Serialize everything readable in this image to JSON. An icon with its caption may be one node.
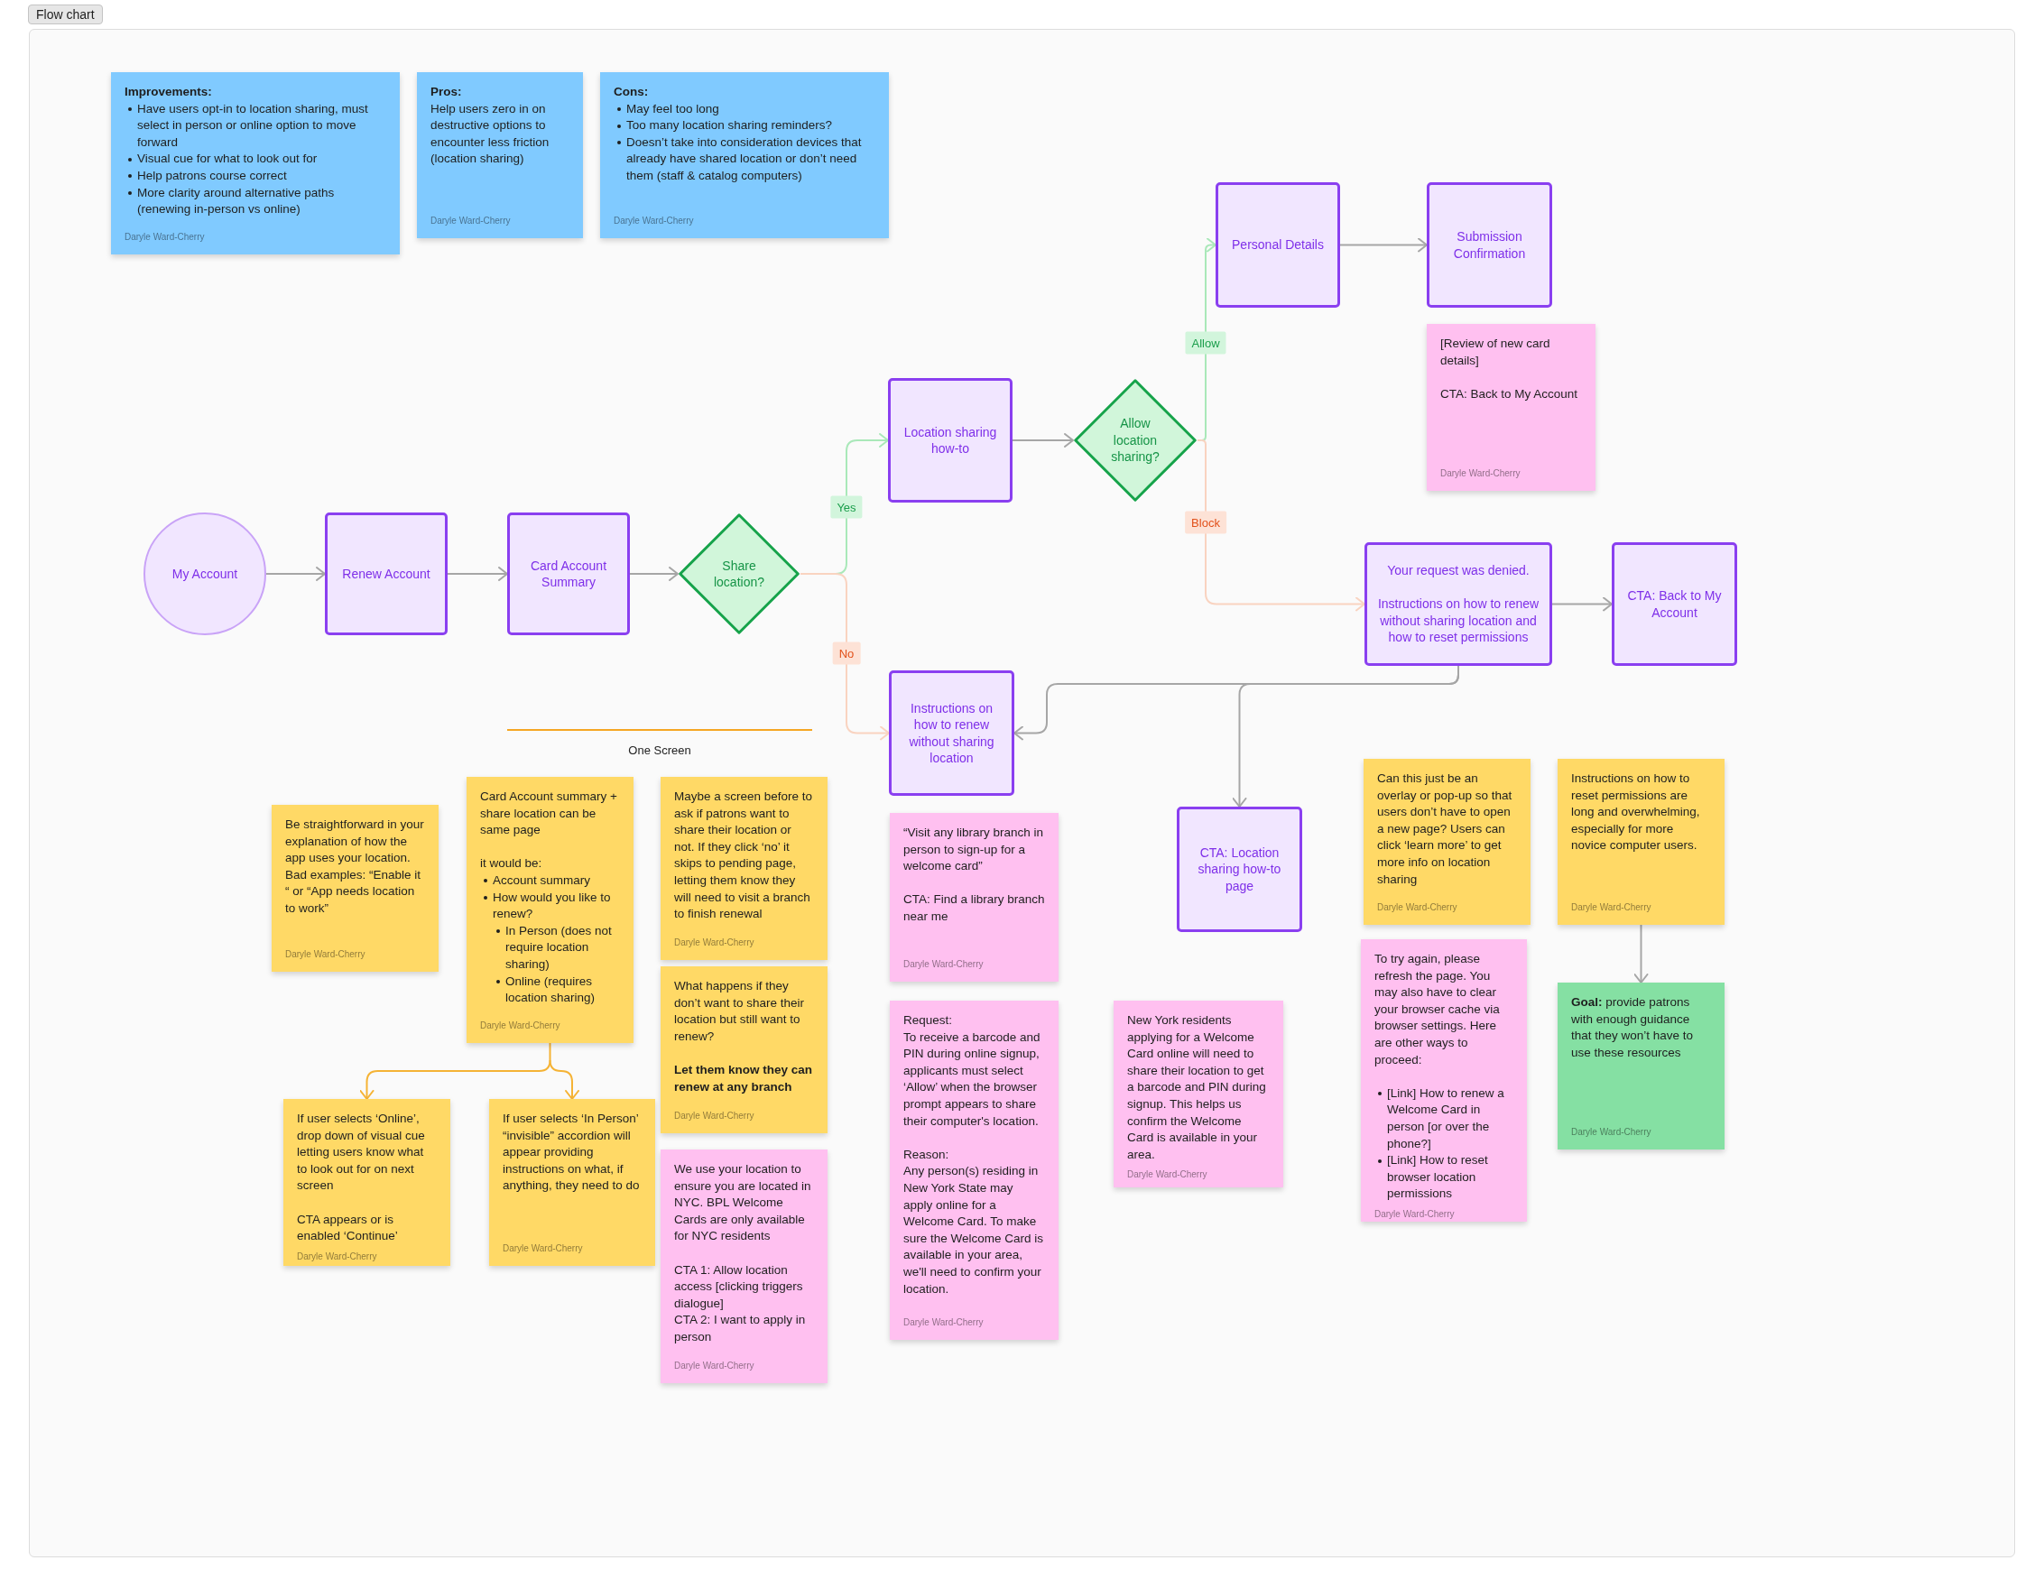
{
  "diagram": {
    "title": "Flow chart",
    "nodes": [
      {
        "text": [
          "Improvements:",
          "Have users opt-in to location sharing, must select in person or online option to move forward",
          "Visual cue for what to look out for",
          "Help patrons course correct",
          "More clarity around alternative paths (renewing in-person vs online)",
          "Daryle Ward-Cherry"
        ]
      },
      {
        "text": [
          "Pros:",
          "Help users zero in on destructive options to encounter less friction (location sharing)",
          "Daryle Ward-Cherry"
        ]
      },
      {
        "text": [
          "Cons:",
          "May feel too long",
          "Too many location sharing reminders?",
          "Doesn’t take into consideration devices that already have shared location or don’t need them (staff & catalog computers)",
          "Daryle Ward-Cherry"
        ]
      },
      {
        "text": [
          "Personal Details"
        ]
      },
      {
        "text": [
          "Submission Confirmation"
        ]
      },
      {
        "text": [
          "[Review of new card details]",
          "CTA: Back to My Account",
          "Daryle Ward-Cherry"
        ]
      },
      {
        "text": [
          "Location sharing how-to"
        ]
      },
      {
        "text": [
          "Allow location sharing?"
        ]
      },
      {
        "text": [
          "My Account"
        ]
      },
      {
        "text": [
          "Renew Account"
        ]
      },
      {
        "text": [
          "Card Account Summary"
        ]
      },
      {
        "text": [
          "Share location?"
        ]
      },
      {
        "text": [
          "Your request was denied.",
          "Instructions on how to renew without sharing location and how to reset permissions"
        ]
      },
      {
        "text": [
          "CTA: Back to My Account"
        ]
      },
      {
        "text": [
          "Instructions on how to renew without sharing location"
        ]
      },
      {
        "text": [
          "CTA: Location sharing how-to page"
        ]
      },
      {
        "text": [
          "Be straightforward in your explanation of how the app uses your location. Bad examples: “Enable it “ or “App needs location to work”",
          "Daryle Ward-Cherry"
        ]
      },
      {
        "text": [
          "Card Account summary + share location can be same page",
          "it would be:",
          "Account summary",
          "How would you like to renew?",
          "In Person (does not require location sharing)",
          "Online (requires location sharing)",
          "Daryle Ward-Cherry"
        ]
      },
      {
        "text": [
          "Maybe a screen before to ask if patrons want to share their location or not. If they click ‘no’ it skips to pending page, letting them know they will need to visit a branch to finish renewal",
          "Daryle Ward-Cherry"
        ]
      },
      {
        "text": [
          "“Visit any library branch in person to sign-up for a welcome card”",
          "CTA: Find a library branch near me",
          "Daryle Ward-Cherry"
        ]
      },
      {
        "text": [
          "Can this just be an overlay or pop-up so that users don’t have to open a new page? Users can click ‘learn more’ to get more info on location sharing",
          "Daryle Ward-Cherry"
        ]
      },
      {
        "text": [
          "Instructions on how to reset permissions are long and overwhelming, especially for more novice computer users.",
          "Daryle Ward-Cherry"
        ]
      },
      {
        "text": [
          "What happens if they don’t want to share their location but still want to renew?",
          "Let them know they can renew at any branch",
          "Daryle Ward-Cherry"
        ]
      },
      {
        "text": [
          "Request:",
          "To receive a barcode and PIN during online signup, applicants must select ‘Allow’ when the browser prompt appears to share their computer's location.",
          "Reason:",
          "Any person(s) residing in New York State may apply online for a Welcome Card. To make sure the Welcome Card is available in your area, we'll need to confirm your location.",
          "Daryle Ward-Cherry"
        ]
      },
      {
        "text": [
          "New York residents applying for a Welcome Card online will need to share their location to get a barcode and PIN during signup. This helps us confirm the Welcome Card is available in your area.",
          "Daryle Ward-Cherry"
        ]
      },
      {
        "text": [
          "To try again, please refresh the page. You may also have to clear your browser cache via browser settings. Here are other ways to proceed:",
          "[Link] How to renew a Welcome Card in person [or over the phone?]",
          "[Link] How to reset browser location permissions",
          "Daryle Ward-Cherry"
        ]
      },
      {
        "text": [
          "**Goal:** provide patrons with enough guidance that they won’t have to use these resources",
          "Daryle Ward-Cherry"
        ]
      },
      {
        "text": [
          "If user selects ‘Online’, drop down of visual cue letting users know what to look out for on next screen",
          "CTA appears or is enabled ‘Continue’",
          "Daryle Ward-Cherry"
        ]
      },
      {
        "text": [
          "If user selects ‘In Person’ “invisible” accordion will appear providing instructions on what, if anything, they need to do",
          "Daryle Ward-Cherry"
        ]
      },
      {
        "text": [
          "We use your location to ensure you are located in NYC. BPL Welcome Cards are only available for NYC residents",
          "CTA 1: Allow location access [clicking triggers dialogue]",
          "CTA 2: I want to apply in person",
          "Daryle Ward-Cherry"
        ]
      }
    ],
    "edges": [
      {
        "from": 8,
        "to": 9,
        "arrow": "to"
      },
      {
        "from": 9,
        "to": 10,
        "arrow": "to"
      },
      {
        "from": 10,
        "to": 11,
        "arrow": "to"
      },
      {
        "from": 11,
        "to": 6,
        "arrow": "to",
        "label": "Yes",
        "color": "#a9e8b9"
      },
      {
        "from": 11,
        "to": 14,
        "arrow": "to",
        "label": "No",
        "color": "#f9d3c0"
      },
      {
        "from": 6,
        "to": 7,
        "arrow": "to"
      },
      {
        "from": 7,
        "to": 3,
        "arrow": "to",
        "label": "Allow",
        "color": "#a9e8b9"
      },
      {
        "from": 7,
        "to": 12,
        "arrow": "to",
        "label": "Block",
        "color": "#f9d3c0"
      },
      {
        "from": 3,
        "to": 4,
        "arrow": "to"
      },
      {
        "from": 12,
        "to": 13,
        "arrow": "to"
      },
      {
        "from": 12,
        "to": 14,
        "arrow": "to"
      },
      {
        "from": 12,
        "to": 15,
        "arrow": "to"
      },
      {
        "from": 17,
        "to": 27,
        "arrow": "to",
        "color": "#f5b335"
      },
      {
        "from": 17,
        "to": 28,
        "arrow": "to",
        "color": "#f5b335"
      },
      {
        "from": 21,
        "to": 26,
        "arrow": "to"
      }
    ],
    "labels": [
      "One Screen"
    ]
  }
}
